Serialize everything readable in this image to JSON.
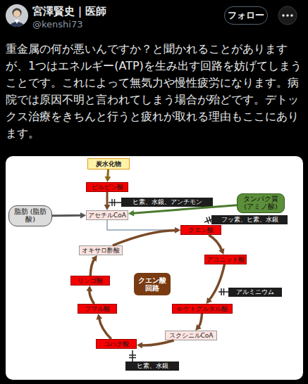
{
  "diagram": {
    "nodes": [
      {
        "text": [
          "フォロー"
        ]
      },
      {
        "text": [
          "炭水化物"
        ]
      },
      {
        "text": [
          "ピルビン酸"
        ]
      },
      {
        "text": [
          "ヒ素、水銀、アンチモン"
        ]
      },
      {
        "text": [
          "タンパク質 (アミノ酸)"
        ]
      },
      {
        "text": [
          "脂肪 (脂肪酸)"
        ]
      },
      {
        "text": [
          "アセチルCoA"
        ]
      },
      {
        "text": [
          "クエン酸"
        ]
      },
      {
        "text": [
          "フッ素、ヒ素、水銀"
        ]
      },
      {
        "text": [
          "アコニット酸"
        ]
      },
      {
        "text": [
          "アルミニウム"
        ]
      },
      {
        "text": [
          "α-ケトグルタル酸"
        ]
      },
      {
        "text": [
          "スクシニルCoA"
        ]
      },
      {
        "text": [
          "コハク酸"
        ]
      },
      {
        "text": [
          "ヒ素、水銀"
        ]
      },
      {
        "text": [
          "フマル酸"
        ]
      },
      {
        "text": [
          "リンゴ酸"
        ]
      },
      {
        "text": [
          "オキサロ酢酸"
        ]
      },
      {
        "text": [
          "クエン酸 回路"
        ]
      }
    ],
    "edges": [
      {
        "from": 1,
        "to": 2,
        "arrow": "to"
      },
      {
        "from": 2,
        "to": 6,
        "arrow": "to"
      },
      {
        "from": 4,
        "to": 6,
        "arrow": "to"
      },
      {
        "from": 5,
        "to": 6,
        "arrow": "to"
      },
      {
        "from": 6,
        "to": 7,
        "arrow": "to"
      },
      {
        "from": 7,
        "to": 9,
        "arrow": "to"
      },
      {
        "from": 9,
        "to": 11,
        "arrow": "to"
      },
      {
        "from": 11,
        "to": 12,
        "arrow": "to"
      },
      {
        "from": 12,
        "to": 13,
        "arrow": "to"
      },
      {
        "from": 13,
        "to": 15,
        "arrow": "to"
      },
      {
        "from": 15,
        "to": 16,
        "arrow": "to"
      },
      {
        "from": 16,
        "to": 17,
        "arrow": "to"
      },
      {
        "from": 17,
        "to": 7,
        "arrow": "to"
      }
    ],
    "labels": [
      "宮澤賢史｜医師",
      "@kenshi73",
      "重金属の何が悪いんですか？と聞かれることがありますが、1つはエネルギー(ATP)を生み出す回路を妨げてしまうことです。これによって無気力や慢性疲労になります。病院では原因不明と言われてしまう場合が殆どです。デトックス治療をきちんと行うと疲れが取れる理由もここにあります。"
    ]
  }
}
